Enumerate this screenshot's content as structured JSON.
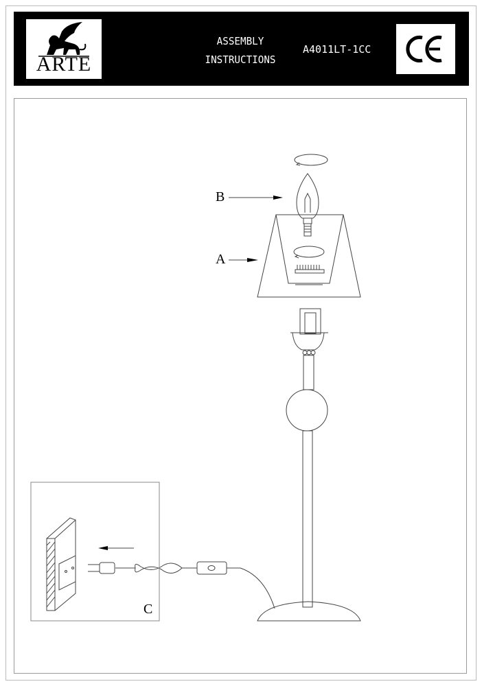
{
  "header": {
    "brand": "ARTE",
    "title_line1": "ASSEMBLY",
    "title_line2": "INSTRUCTIONS",
    "model": "A4011LT-1CC",
    "certification": "CE"
  },
  "diagram": {
    "labels": {
      "b": "B",
      "a": "A",
      "c": "C"
    }
  }
}
